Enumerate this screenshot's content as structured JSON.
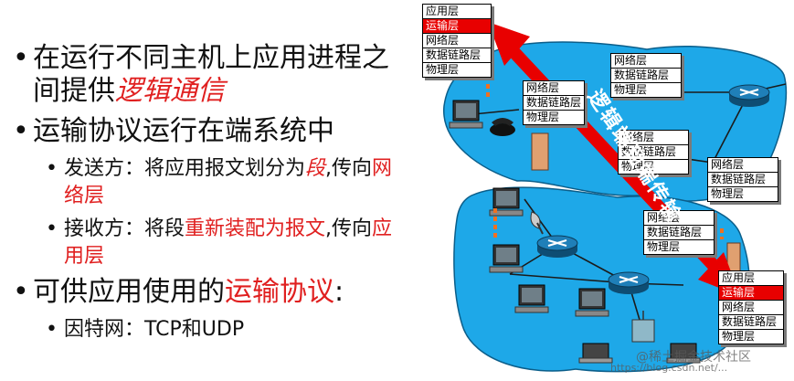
{
  "bullets": {
    "b1": {
      "text": "在运行不同主机上应用进程之间提供",
      "em": "逻辑通信"
    },
    "b2": {
      "text": "运输协议运行在端系统中"
    },
    "b2_send": {
      "pre": "发送方：将应用报文划分为",
      "em": "段",
      "mid": ",传向",
      "red": "网络层"
    },
    "b2_recv": {
      "pre": "接收方：将段",
      "red1": "重新装配为报文",
      "mid": ",传向",
      "red2": "应用层"
    },
    "b3": {
      "pre": "可供应用使用的",
      "red": "运输协议",
      "post": ":"
    },
    "b3_sub": {
      "text": "因特网：TCP和UDP"
    }
  },
  "diagram": {
    "arrow_label": "逻辑端到端传输",
    "stack_top": [
      "应用层",
      "运输层",
      "网络层",
      "数据链路层",
      "物理层"
    ],
    "stack_net": [
      "网络层",
      "数据链路层",
      "物理层"
    ],
    "stack_bottom": [
      "应用层",
      "运输层",
      "网络层",
      "数据链路层",
      "物理层"
    ],
    "highlight_layer": "运输层"
  },
  "watermark": {
    "top": "@稀土掘金技术社区",
    "bottom": "https://blog.csdn.net/..."
  },
  "colors": {
    "cloud": "#1ea8e8",
    "arrow": "#e80000",
    "accent": "#e02020"
  }
}
